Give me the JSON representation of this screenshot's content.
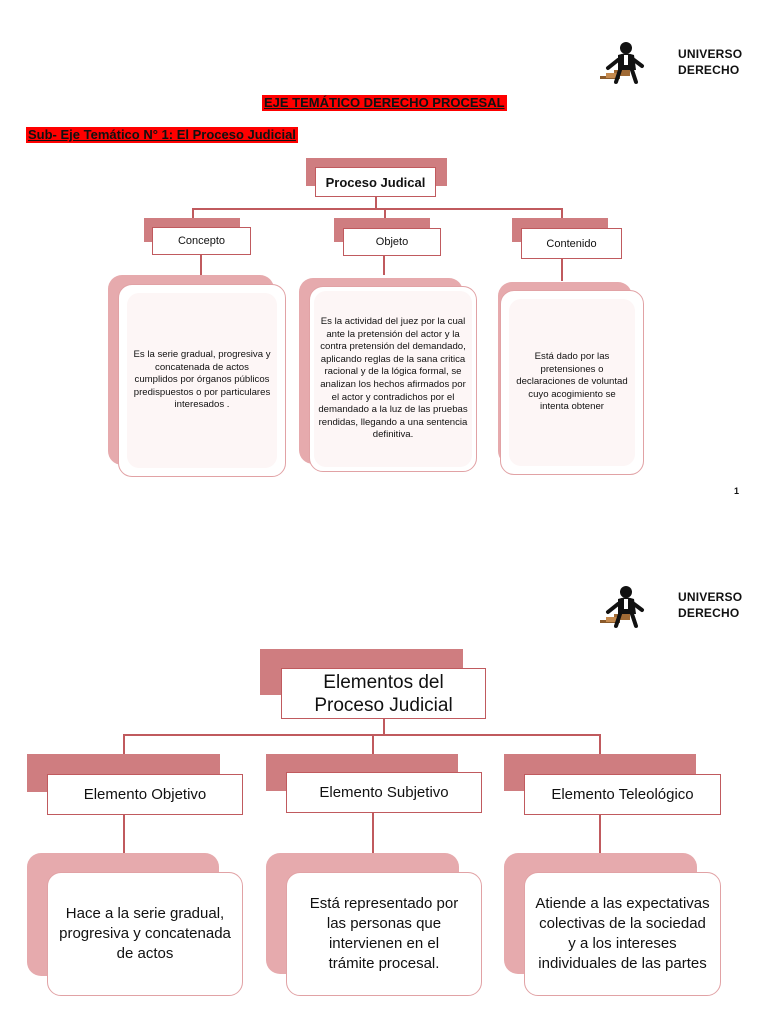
{
  "page1": {
    "brand": [
      "UNIVERSO",
      "DERECHO"
    ],
    "title": "EJE TEMÁTICO DERECHO PROCESAL",
    "subtitle": "Sub- Eje Temático N° 1: El Proceso Judicial",
    "root": "Proceso Judical",
    "nodes": [
      {
        "label": "Concepto",
        "text": "Es la serie gradual, progresiva y concatenada de actos cumplidos por órganos públicos predispuestos o por particulares interesados ."
      },
      {
        "label": "Objeto",
        "text": "Es la actividad del juez por la cual ante la pretensión del actor y la contra pretensión del demandado, aplicando reglas de la sana critica racional y de la lógica formal, se analizan los hechos afirmados por el actor y contradichos por el demandado a la luz de las pruebas rendidas, llegando a una sentencia definitiva."
      },
      {
        "label": "Contenido",
        "text": "Está dado por las pretensiones o declaraciones de voluntad cuyo acogimiento se intenta obtener"
      }
    ],
    "page_number": "1"
  },
  "page2": {
    "brand": [
      "UNIVERSO",
      "DERECHO"
    ],
    "root": [
      "Elementos del",
      "Proceso Judicial"
    ],
    "nodes": [
      {
        "label": "Elemento Objetivo",
        "text": "Hace a la serie gradual, progresiva y concatenada de actos"
      },
      {
        "label": "Elemento Subjetivo",
        "text": "Está representado por las personas que intervienen en el trámite procesal."
      },
      {
        "label": "Elemento Teleológico",
        "text": "Atiende a las expectativas colectivas de la sociedad  y a los intereses individuales de las partes"
      }
    ]
  }
}
